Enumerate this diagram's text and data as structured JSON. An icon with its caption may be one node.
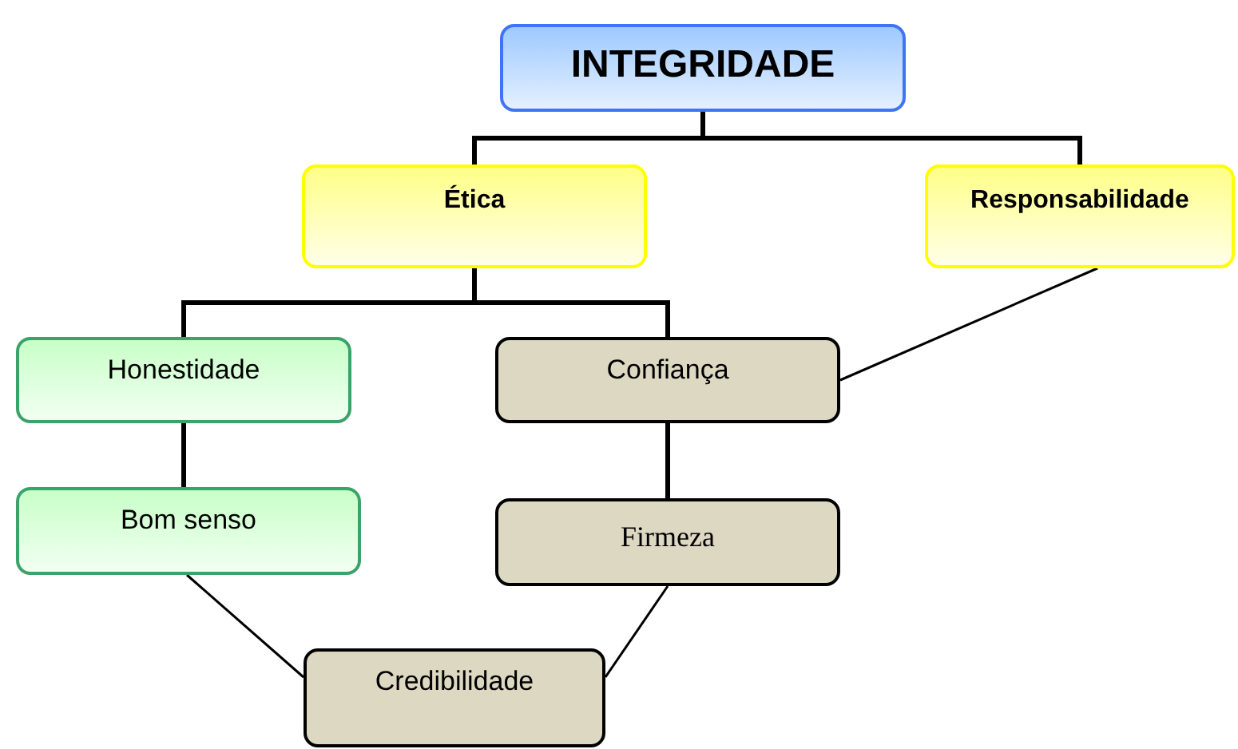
{
  "diagram": {
    "nodes": [
      {
        "text": [
          "INTEGRIDADE"
        ]
      },
      {
        "text": [
          "Ética"
        ]
      },
      {
        "text": [
          "Responsabilidade"
        ]
      },
      {
        "text": [
          "Honestidade"
        ]
      },
      {
        "text": [
          "Confiança"
        ]
      },
      {
        "text": [
          "Bom senso"
        ]
      },
      {
        "text": [
          "Firmeza"
        ]
      },
      {
        "text": [
          "Credibilidade"
        ]
      }
    ],
    "edges": [
      {
        "from": 0,
        "to": 1,
        "arrow": "none"
      },
      {
        "from": 0,
        "to": 2,
        "arrow": "none"
      },
      {
        "from": 1,
        "to": 3,
        "arrow": "none"
      },
      {
        "from": 1,
        "to": 4,
        "arrow": "none"
      },
      {
        "from": 2,
        "to": 4,
        "arrow": "none"
      },
      {
        "from": 3,
        "to": 5,
        "arrow": "none"
      },
      {
        "from": 4,
        "to": 6,
        "arrow": "none"
      },
      {
        "from": 5,
        "to": 7,
        "arrow": "none"
      },
      {
        "from": 6,
        "to": 7,
        "arrow": "none"
      }
    ]
  }
}
